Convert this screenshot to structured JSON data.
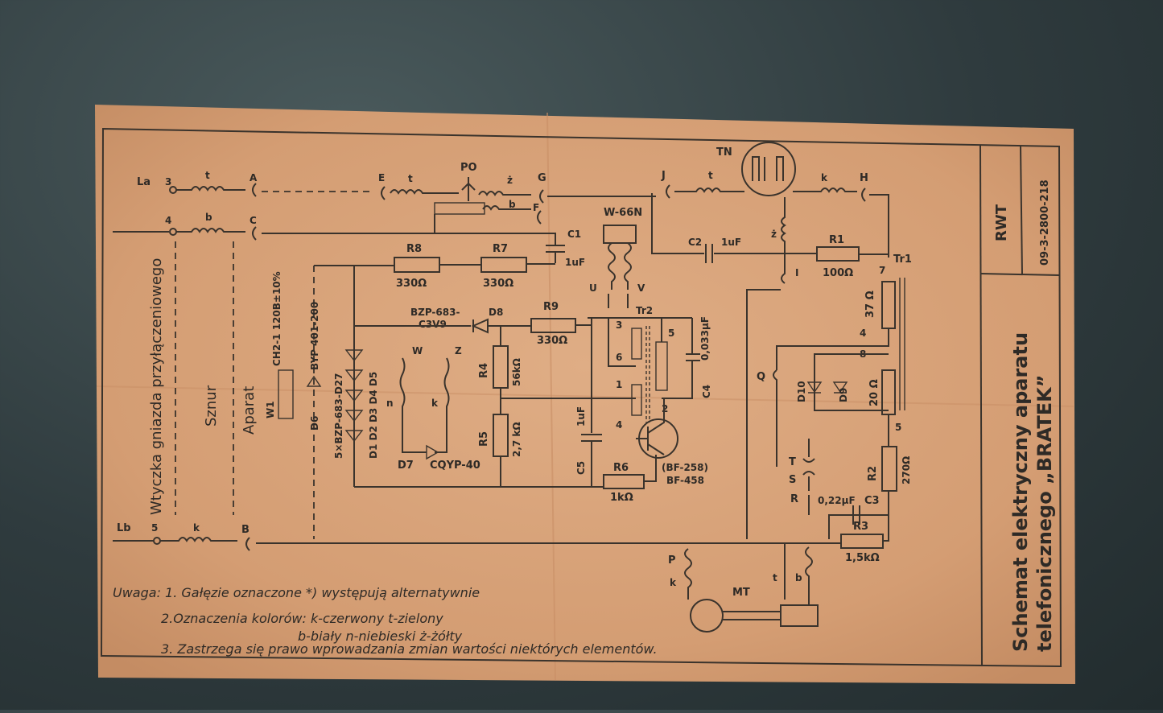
{
  "document": {
    "code": "09-3-2800-218",
    "org": "RWT",
    "title_line1": "Schemat elektryczny aparatu",
    "title_line2": "telefonicznego „BRATEK”"
  },
  "side_labels": {
    "plug": "Wtyczka gniazda przyłączeniowego",
    "cord": "Sznur",
    "set": "Aparat"
  },
  "terminals": {
    "la": "La",
    "lb": "Lb",
    "n3": "3",
    "n4": "4",
    "n5": "5",
    "A": "A",
    "B": "B",
    "C": "C",
    "E": "E",
    "F": "F",
    "G": "G",
    "H": "H",
    "J": "J",
    "I": "I",
    "Q": "Q",
    "P": "P",
    "T": "T",
    "S": "S",
    "R": "R",
    "U": "U",
    "V": "V",
    "W": "W",
    "Z": "Z"
  },
  "wire_colors": {
    "t": "t",
    "b": "b",
    "k": "k",
    "z": "ż",
    "n": "n"
  },
  "components": {
    "R8": "R8",
    "R8v": "330Ω",
    "R7": "R7",
    "R7v": "330Ω",
    "R9": "R9",
    "R9v": "330Ω",
    "R1": "R1",
    "R1v": "100Ω",
    "R2": "R2",
    "R2v": "270Ω",
    "R3": "R3",
    "R3v": "1,5kΩ",
    "R4": "R4",
    "R4v": "56kΩ",
    "R5": "R5",
    "R5v": "2,7 kΩ",
    "R6": "R6",
    "R6v": "1kΩ",
    "C1": "C1",
    "C1v": "1uF",
    "C2": "C2",
    "C2v": "1uF",
    "C3": "C3",
    "C3v": "0,22μF",
    "C4": "C4",
    "C4v": "0,033μF",
    "C5": "C5",
    "C5v": "1uF",
    "PO": "PO",
    "TN": "TN",
    "MT": "MT",
    "W66N": "W-66N",
    "Tr1": "Tr1",
    "Tr1a": "37 Ω",
    "Tr1b": "20 Ω",
    "Tr2": "Tr2",
    "D8": "D8",
    "D8v": "BZP-683-",
    "D8v2": "C3V9",
    "D6": "D6",
    "D6v": "BYP 401-200",
    "W1": "W1",
    "W1v": "CH2-1 120B±10%",
    "Dz": "5×BZP-683-D27",
    "Dset": "D1 D2 D3 D4 D5",
    "D7": "D7",
    "D7v": "CQYP-40",
    "D9": "D9",
    "D10": "D10",
    "T1": "(BF-258)",
    "T1b": "BF-458",
    "p1": "1",
    "p2": "2",
    "p3": "3",
    "p4": "4",
    "p5": "5",
    "p6": "6",
    "p7": "7",
    "p8": "8",
    "q4": "4",
    "q5": "5"
  },
  "notes": [
    "Uwaga: 1. Gałęzie oznaczone *) występują alternatywnie",
    "2.Oznaczenia kolorów: k-czerwony  t-zielony",
    "b-biały  n-niebieski  ż-żółty",
    "3. Zastrzega się prawo wprowadzania zmian wartości niektórych elementów."
  ],
  "colors": {
    "paper": "#d9a37a",
    "ink": "#3a332c",
    "background": "#2f3b3e"
  }
}
